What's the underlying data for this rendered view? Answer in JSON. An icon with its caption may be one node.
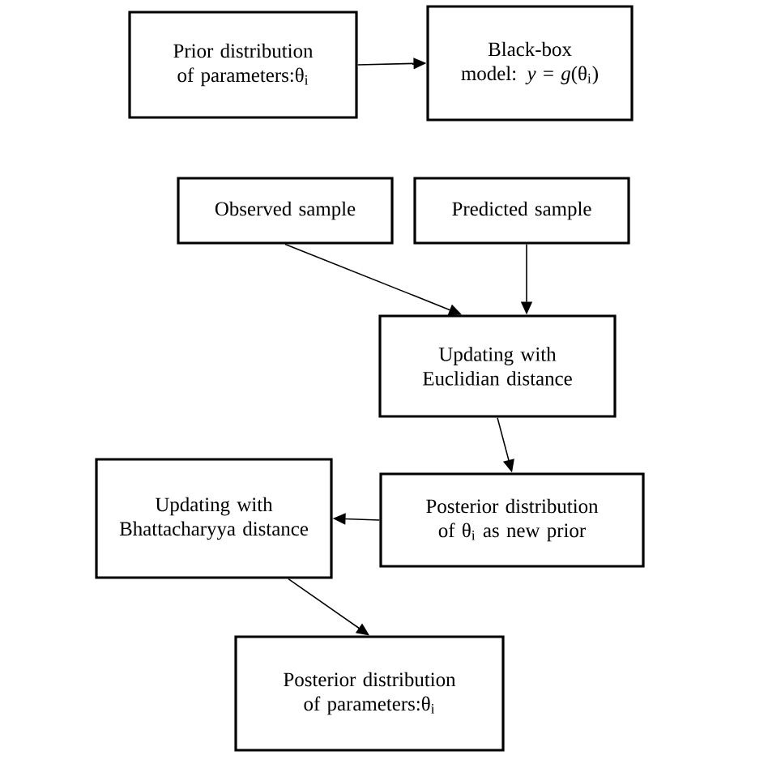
{
  "diagram": {
    "nodes": [
      {
        "text": [
          "Prior distribution of parameters:θ$_{i}$"
        ]
      },
      {
        "text": [
          "Black-box model: *y* = *g*(θ$_{i}$)"
        ]
      },
      {
        "text": [
          "Observed sample"
        ]
      },
      {
        "text": [
          "Predicted sample"
        ]
      },
      {
        "text": [
          "Updating with Euclidian distance"
        ]
      },
      {
        "text": [
          "Posterior distribution of θ$_{i}$ as new prior"
        ]
      },
      {
        "text": [
          "Updating with Bhattacharyya distance"
        ]
      },
      {
        "text": [
          "Posterior distribution of parameters:θ$_{i}$"
        ]
      }
    ],
    "edges": [
      {
        "from": 0,
        "to": 1,
        "arrow": "to"
      },
      {
        "from": 2,
        "to": 4,
        "arrow": "to"
      },
      {
        "from": 3,
        "to": 4,
        "arrow": "to"
      },
      {
        "from": 4,
        "to": 5,
        "arrow": "to"
      },
      {
        "from": 5,
        "to": 6,
        "arrow": "to"
      },
      {
        "from": 6,
        "to": 7,
        "arrow": "to"
      }
    ]
  }
}
